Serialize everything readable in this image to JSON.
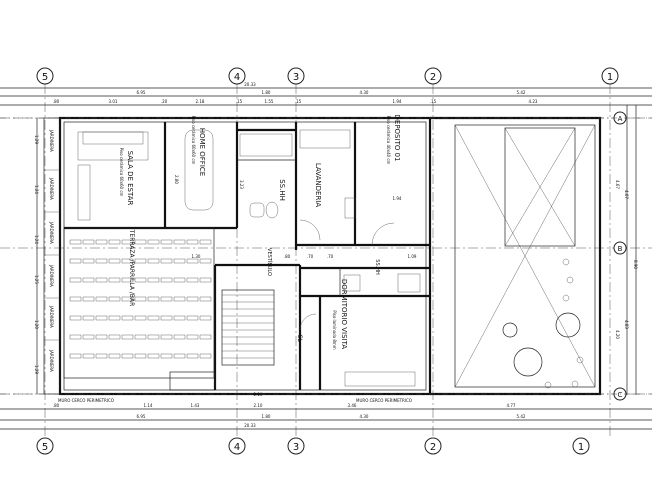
{
  "axes": [
    {
      "id": "5"
    },
    {
      "id": "4"
    },
    {
      "id": "3"
    },
    {
      "id": "2"
    },
    {
      "id": "1"
    }
  ],
  "row_axes": [
    {
      "id": "A"
    },
    {
      "id": "B"
    },
    {
      "id": "C"
    }
  ],
  "rooms": {
    "sala": {
      "name": "SALA DE ESTAR",
      "note": "Piso cerámico 60x60 cm"
    },
    "office": {
      "name": "HOME OFFICE",
      "note": "Piso cerámico 60x60 cm"
    },
    "ssbb1": {
      "name": "SS.HH",
      "note": ""
    },
    "lavanderia": {
      "name": "LAVANDERIA",
      "note": ""
    },
    "deposito": {
      "name": "DEPOSITO 01",
      "note": "Piso cerámico 40x40 cm"
    },
    "terraza": {
      "name": "TERRAZA /PARRILLA /BAR",
      "note": "Piso cerámico"
    },
    "hall": {
      "name": "VESTÍBULO",
      "note": ""
    },
    "ssbb2": {
      "name": "SS.HH",
      "note": ""
    },
    "dorm": {
      "name": "DORMITORIO VISITA",
      "note": "Piso laminado 8mm"
    },
    "cl": {
      "name": "CL",
      "note": ""
    }
  },
  "labels": {
    "jardinera": "JARDINERA",
    "muro_cerco": "MURO CERCO PERIMETRICO",
    "top_total": "20.33",
    "bottom_total": "20.33"
  },
  "dims_top_row1": [
    "6.95",
    "1.80",
    "4.30",
    "5.42"
  ],
  "dims_top_row2": [
    ".80",
    "3.01",
    ".20",
    "2.18",
    ".15",
    "1.55",
    ".15",
    "1.94",
    ".15",
    "4.23"
  ],
  "dims_bottom_row1": [
    ".80",
    "1.14",
    "1.43",
    "2.10",
    "3.46",
    "4.77"
  ],
  "dims_bottom_row2": [
    "6.95",
    "1.80",
    "4.30",
    "5.42"
  ],
  "dims_right": [
    "4.07",
    "4.83",
    "8.90",
    "4.67",
    "4.20"
  ],
  "dims_left": [
    "1.29",
    "1.24",
    "1.24",
    "1.25",
    "1.20",
    "1.29"
  ],
  "dims_inner": [
    "2.80",
    "3.23",
    "1.94",
    ".70",
    "1.09",
    ".80",
    ".70",
    "2.10",
    "1.30"
  ]
}
